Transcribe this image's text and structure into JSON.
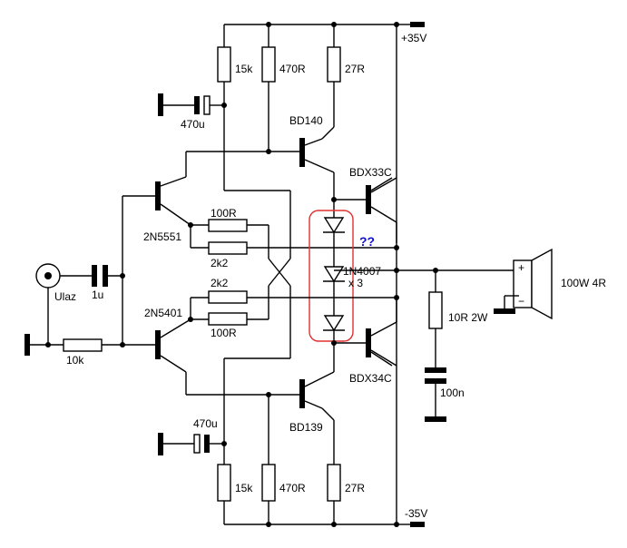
{
  "labels": {
    "vplus": "+35V",
    "vminus": "-35V",
    "r15k_top": "15k",
    "r470_top": "470R",
    "r27_top": "27R",
    "c470u_top": "470u",
    "bd140": "BD140",
    "bdx33c": "BDX33C",
    "q2n5551": "2N5551",
    "r100_top": "100R",
    "r2k2_top": "2k2",
    "qq": "??",
    "d1n4007": "1N4007",
    "x3": "x 3",
    "ulaz": "Ulaz",
    "c1u": "1u",
    "r2k2_bot": "2k2",
    "q2n5401": "2N5401",
    "r100_bot": "100R",
    "r10k": "10k",
    "r10r2w": "10R 2W",
    "c100n": "100n",
    "bdx34c": "BDX34C",
    "bd139": "BD139",
    "c470u_bot": "470u",
    "r15k_bot": "15k",
    "r470_bot": "470R",
    "r27_bot": "27R",
    "speaker": "100W 4R",
    "spk_plus": "+",
    "spk_minus": "−"
  },
  "colors": {
    "highlight": "#e03030",
    "annotation": "#1010d0"
  }
}
